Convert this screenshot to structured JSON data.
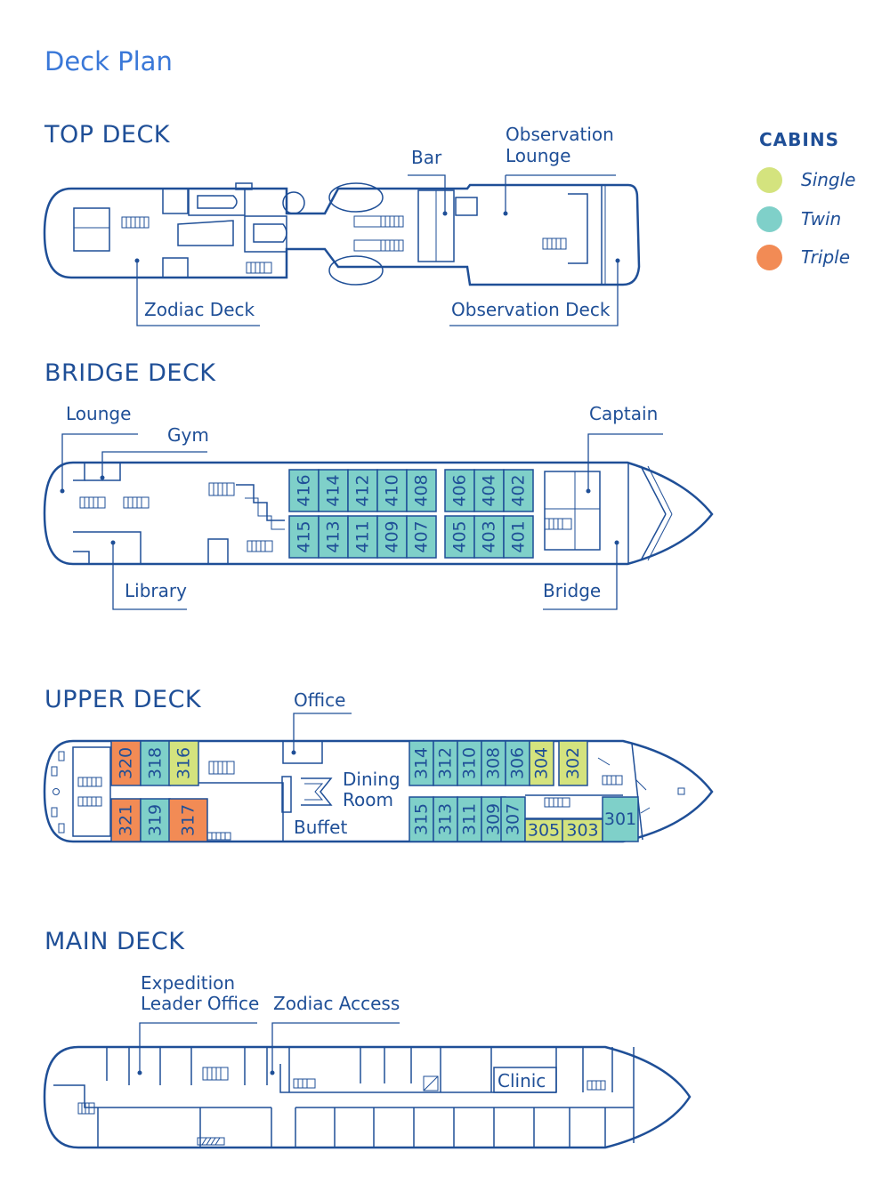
{
  "page_title": "Deck Plan",
  "colors": {
    "single": "#d4e37e",
    "twin": "#7fd0c9",
    "triple": "#f28b55",
    "line": "#1f4f97",
    "title": "#3a78d8"
  },
  "legend": {
    "title": "CABINS",
    "items": [
      {
        "key": "single",
        "label": "Single"
      },
      {
        "key": "twin",
        "label": "Twin"
      },
      {
        "key": "triple",
        "label": "Triple"
      }
    ]
  },
  "decks": {
    "top": {
      "title": "TOP DECK",
      "labels": {
        "observation_lounge_1": "Observation",
        "observation_lounge_2": "Lounge",
        "bar": "Bar",
        "zodiac_deck": "Zodiac Deck",
        "observation_deck": "Observation Deck"
      }
    },
    "bridge": {
      "title": "BRIDGE DECK",
      "labels": {
        "lounge": "Lounge",
        "gym": "Gym",
        "captain": "Captain",
        "library": "Library",
        "bridge": "Bridge"
      },
      "cabins": [
        {
          "num": "416",
          "type": "twin"
        },
        {
          "num": "414",
          "type": "twin"
        },
        {
          "num": "412",
          "type": "twin"
        },
        {
          "num": "410",
          "type": "twin"
        },
        {
          "num": "408",
          "type": "twin"
        },
        {
          "num": "406",
          "type": "twin"
        },
        {
          "num": "404",
          "type": "twin"
        },
        {
          "num": "402",
          "type": "twin"
        },
        {
          "num": "415",
          "type": "twin"
        },
        {
          "num": "413",
          "type": "twin"
        },
        {
          "num": "411",
          "type": "twin"
        },
        {
          "num": "409",
          "type": "twin"
        },
        {
          "num": "407",
          "type": "twin"
        },
        {
          "num": "405",
          "type": "twin"
        },
        {
          "num": "403",
          "type": "twin"
        },
        {
          "num": "401",
          "type": "twin"
        }
      ]
    },
    "upper": {
      "title": "UPPER DECK",
      "labels": {
        "office": "Office",
        "dining_1": "Dining",
        "dining_2": "Room",
        "buffet": "Buffet"
      },
      "cabins": [
        {
          "num": "320",
          "type": "triple"
        },
        {
          "num": "318",
          "type": "twin"
        },
        {
          "num": "316",
          "type": "single"
        },
        {
          "num": "321",
          "type": "triple"
        },
        {
          "num": "319",
          "type": "twin"
        },
        {
          "num": "317",
          "type": "triple"
        },
        {
          "num": "314",
          "type": "twin"
        },
        {
          "num": "312",
          "type": "twin"
        },
        {
          "num": "310",
          "type": "twin"
        },
        {
          "num": "308",
          "type": "twin"
        },
        {
          "num": "306",
          "type": "twin"
        },
        {
          "num": "304",
          "type": "single"
        },
        {
          "num": "302",
          "type": "single"
        },
        {
          "num": "315",
          "type": "twin"
        },
        {
          "num": "313",
          "type": "twin"
        },
        {
          "num": "311",
          "type": "twin"
        },
        {
          "num": "309",
          "type": "twin"
        },
        {
          "num": "307",
          "type": "twin"
        },
        {
          "num": "305",
          "type": "single"
        },
        {
          "num": "303",
          "type": "single"
        },
        {
          "num": "301",
          "type": "twin"
        }
      ]
    },
    "main": {
      "title": "MAIN DECK",
      "labels": {
        "expedition_1": "Expedition",
        "expedition_2": "Leader Office",
        "zodiac_access": "Zodiac Access",
        "clinic": "Clinic"
      }
    }
  }
}
